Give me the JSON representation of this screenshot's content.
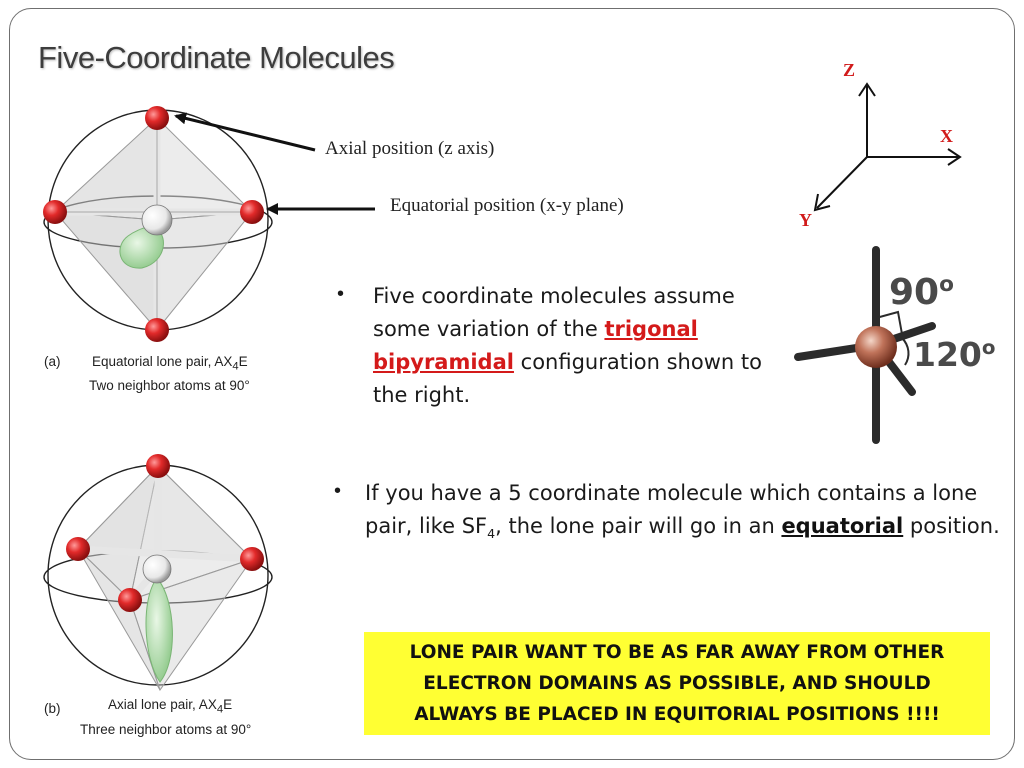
{
  "slide": {
    "title": "Five-Coordinate Molecules"
  },
  "labels": {
    "axial": "Axial position (z axis)",
    "equatorial": "Equatorial position (x-y plane)"
  },
  "axes": {
    "z": "Z",
    "x": "X",
    "y": "Y"
  },
  "figure_a": {
    "letter": "(a)",
    "line1_pre": "Equatorial lone pair, AX",
    "line1_sub": "4",
    "line1_post": "E",
    "line2": "Two neighbor atoms at 90°"
  },
  "figure_b": {
    "letter": "(b)",
    "line1_pre": "Axial lone pair, AX",
    "line1_sub": "4",
    "line1_post": "E",
    "line2": "Three neighbor atoms at 90°"
  },
  "bullet1": {
    "text_pre": "Five coordinate molecules assume some variation of the ",
    "emphasis": "trigonal bipyramidal",
    "text_post": " configuration shown to the right."
  },
  "bullet2": {
    "text_pre": "If you have a 5 coordinate molecule which contains a lone pair, like SF",
    "sub": "4",
    "text_mid": ", the lone pair will go in an ",
    "emphasis": "equatorial",
    "text_post": " position."
  },
  "angles": {
    "a90": "90",
    "a120": "120",
    "degree": "o"
  },
  "callout": {
    "text": "LONE PAIR WANT TO BE AS FAR AWAY FROM OTHER ELECTRON DOMAINS AS POSSIBLE, AND SHOULD ALWAYS BE PLACED IN EQUITORIAL POSITIONS !!!!"
  },
  "colors": {
    "atom_red": "#d42020",
    "lone_pair_green": "#8fc98a",
    "highlight": "#ffff33",
    "emphasis_red": "#d41a1a"
  }
}
